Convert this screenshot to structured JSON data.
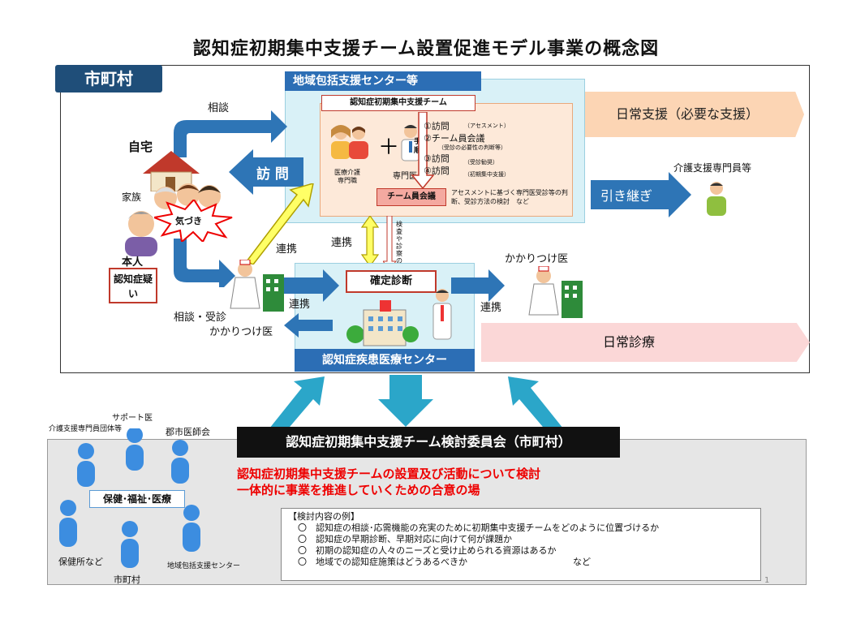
{
  "title": "認知症初期集中支援チーム設置促進モデル事業の概念図",
  "municipality": "市町村",
  "center_header": "地域包括支援センター等",
  "team_label": "認知症初期集中支援チーム",
  "team_members": {
    "care": "医療介護\n専門職",
    "doctor": "専門医"
  },
  "procedure_label": "手順",
  "steps": [
    {
      "main": "①訪問",
      "sub": "（アセスメント）"
    },
    {
      "main": "②チーム員会議",
      "sub": "（受診の必要性の判断等）"
    },
    {
      "main": "③訪問",
      "sub": "（受診勧奨）"
    },
    {
      "main": "④訪問",
      "sub": "（初期集中支援）"
    }
  ],
  "meeting": "チーム員会議",
  "meeting_note": "アセスメントに基づく専門医受診等の判断、受診方法の検討　など",
  "home": "自宅",
  "family": "家族",
  "notice": "気づき",
  "person": "本人",
  "suspected": "認知症疑い",
  "consult": "相談",
  "visit": "訪 問",
  "cooperation_a": "連携",
  "cooperation_b": "連携",
  "cooperation_c": "連携",
  "cooperation_d": "連携",
  "consult_gp": "相談・受診",
  "gp_label": "かかりつけ医",
  "referral": "検査や診察の紹介",
  "diagnosis": "確定診断",
  "med_center": "認知症疾患医療センター",
  "gp_right": "かかりつけ医",
  "daily_support": "日常支援（必要な支援）",
  "handover": "引き継ぎ",
  "care_manager": "介護支援専門員等",
  "daily_care": "日常診療",
  "committee": "認知症初期集中支援チーム検討委員会（市町村）",
  "red_lines": [
    "認知症初期集中支援チームの設置及び活動について検討",
    "一体的に事業を推進していくための合意の場"
  ],
  "exam_title": "【検討内容の例】",
  "exam_items": [
    "認知症の相談･応需機能の充実のために初期集中支援チームをどのように位置づけるか",
    "認知症の早期診断、早期対応に向けて何が課題か",
    "初期の認知症の人々のニーズと受け止められる資源はあるか",
    "地域での認知症施策はどうあるべきか"
  ],
  "exam_etc": "など",
  "bullet": "〇",
  "hfm": "保健･福祉･医療",
  "stakeholders": {
    "support_doc": "サポート医",
    "care_group": "介護支援専門員団体等",
    "med_assoc": "郡市医師会",
    "health_center": "保健所など",
    "city": "市町村",
    "regional_center": "地域包括支援センター"
  },
  "page_number": "1",
  "colors": {
    "blue_arrow": "#2e75b6",
    "accent_red": "#e00000",
    "header_blue": "#2c6eb5"
  }
}
